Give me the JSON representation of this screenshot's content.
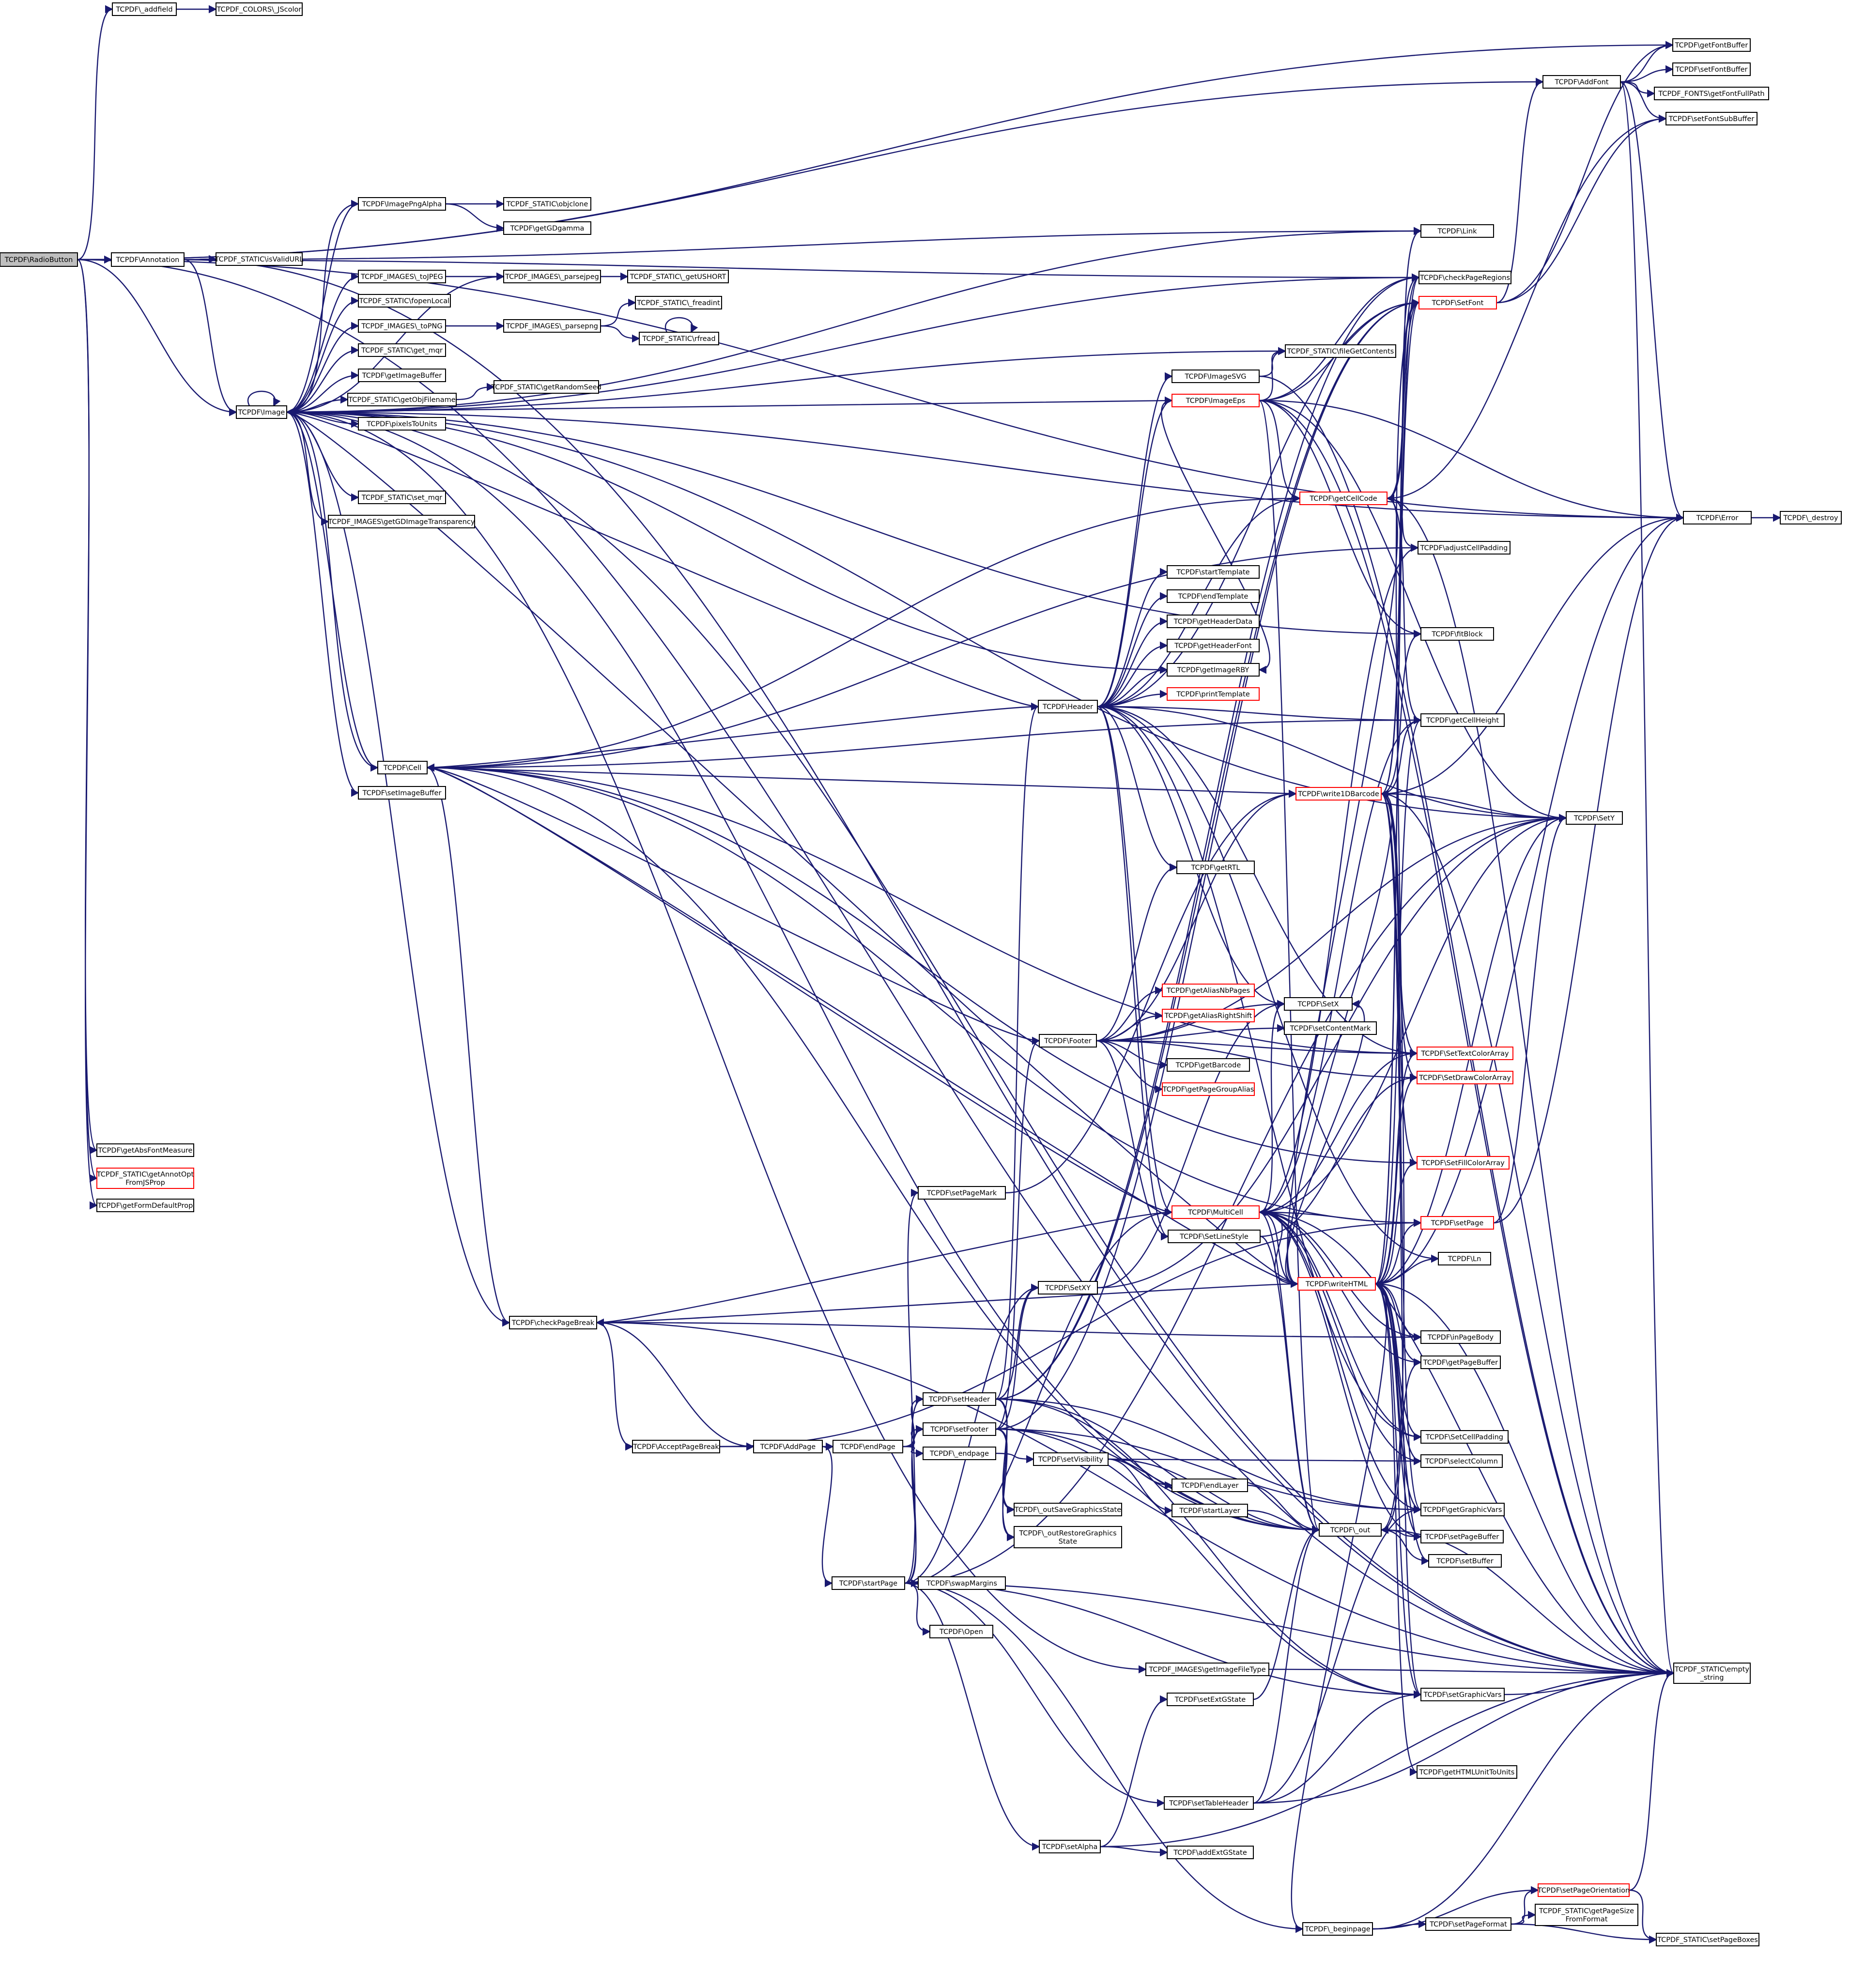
{
  "nodes": [
    {
      "id": "root",
      "lines": [
        "TCPDF\\RadioButton"
      ],
      "style": "root"
    },
    {
      "id": "addfield",
      "lines": [
        "TCPDF\\_addfield"
      ]
    },
    {
      "id": "jscolor",
      "lines": [
        "TCPDF_COLORS\\_JScolor"
      ]
    },
    {
      "id": "annotation",
      "lines": [
        "TCPDF\\Annotation"
      ]
    },
    {
      "id": "isvalidurl",
      "lines": [
        "TCPDF_STATIC\\isValidURL"
      ]
    },
    {
      "id": "image",
      "lines": [
        "TCPDF\\Image"
      ]
    },
    {
      "id": "getabsfont",
      "lines": [
        "TCPDF\\getAbsFontMeasure"
      ]
    },
    {
      "id": "getannotopt",
      "lines": [
        "TCPDF_STATIC\\getAnnotOpt",
        "FromJSProp"
      ],
      "style": "red"
    },
    {
      "id": "getformdefault",
      "lines": [
        "TCPDF\\getFormDefaultProp"
      ]
    },
    {
      "id": "imagepngalpha",
      "lines": [
        "TCPDF\\ImagePngAlpha"
      ]
    },
    {
      "id": "objclone",
      "lines": [
        "TCPDF_STATIC\\objclone"
      ]
    },
    {
      "id": "getgdgamma",
      "lines": [
        "TCPDF\\getGDgamma"
      ]
    },
    {
      "id": "tojpeg",
      "lines": [
        "TCPDF_IMAGES\\_toJPEG"
      ]
    },
    {
      "id": "parsejpeg",
      "lines": [
        "TCPDF_IMAGES\\_parsejpeg"
      ]
    },
    {
      "id": "getushort",
      "lines": [
        "TCPDF_STATIC\\_getUSHORT"
      ]
    },
    {
      "id": "fopenlocal",
      "lines": [
        "TCPDF_STATIC\\fopenLocal"
      ]
    },
    {
      "id": "topng",
      "lines": [
        "TCPDF_IMAGES\\_toPNG"
      ]
    },
    {
      "id": "parsepng",
      "lines": [
        "TCPDF_IMAGES\\_parsepng"
      ]
    },
    {
      "id": "freadint",
      "lines": [
        "TCPDF_STATIC\\_freadint"
      ]
    },
    {
      "id": "rfread",
      "lines": [
        "TCPDF_STATIC\\rfread"
      ]
    },
    {
      "id": "getmqr",
      "lines": [
        "TCPDF_STATIC\\get_mqr"
      ]
    },
    {
      "id": "getimagebuffer",
      "lines": [
        "TCPDF\\getImageBuffer"
      ]
    },
    {
      "id": "getobjfilename",
      "lines": [
        "TCPDF_STATIC\\getObjFilename"
      ]
    },
    {
      "id": "getrandomseed",
      "lines": [
        "TCPDF_STATIC\\getRandomSeed"
      ]
    },
    {
      "id": "pixelstounits",
      "lines": [
        "TCPDF\\pixelsToUnits"
      ]
    },
    {
      "id": "setmqr",
      "lines": [
        "TCPDF_STATIC\\set_mqr"
      ]
    },
    {
      "id": "getgdimagetransp",
      "lines": [
        "TCPDF_IMAGES\\getGDImageTransparency"
      ]
    },
    {
      "id": "cell",
      "lines": [
        "TCPDF\\Cell"
      ]
    },
    {
      "id": "setimagebuffer",
      "lines": [
        "TCPDF\\setImageBuffer"
      ]
    },
    {
      "id": "getfontbuffer",
      "lines": [
        "TCPDF\\getFontBuffer"
      ]
    },
    {
      "id": "addfont",
      "lines": [
        "TCPDF\\AddFont"
      ]
    },
    {
      "id": "setfontbuffer",
      "lines": [
        "TCPDF\\setFontBuffer"
      ]
    },
    {
      "id": "getfontfullpath",
      "lines": [
        "TCPDF_FONTS\\getFontFullPath"
      ]
    },
    {
      "id": "setfontsubbuffer",
      "lines": [
        "TCPDF\\setFontSubBuffer"
      ]
    },
    {
      "id": "link",
      "lines": [
        "TCPDF\\Link"
      ]
    },
    {
      "id": "checkpageregions",
      "lines": [
        "TCPDF\\checkPageRegions"
      ]
    },
    {
      "id": "setfont",
      "lines": [
        "TCPDF\\SetFont"
      ],
      "style": "red"
    },
    {
      "id": "filegetcontents",
      "lines": [
        "TCPDF_STATIC\\fileGetContents"
      ]
    },
    {
      "id": "imagesvg",
      "lines": [
        "TCPDF\\ImageSVG"
      ]
    },
    {
      "id": "imageeps",
      "lines": [
        "TCPDF\\ImageEps"
      ],
      "style": "red"
    },
    {
      "id": "getcellcode",
      "lines": [
        "TCPDF\\getCellCode"
      ],
      "style": "red"
    },
    {
      "id": "error",
      "lines": [
        "TCPDF\\Error"
      ]
    },
    {
      "id": "destroy",
      "lines": [
        "TCPDF\\_destroy"
      ]
    },
    {
      "id": "adjustcellpadding",
      "lines": [
        "TCPDF\\adjustCellPadding"
      ]
    },
    {
      "id": "starttemplate",
      "lines": [
        "TCPDF\\startTemplate"
      ]
    },
    {
      "id": "endtemplate",
      "lines": [
        "TCPDF\\endTemplate"
      ]
    },
    {
      "id": "getheaderdata",
      "lines": [
        "TCPDF\\getHeaderData"
      ]
    },
    {
      "id": "getheaderfont",
      "lines": [
        "TCPDF\\getHeaderFont"
      ]
    },
    {
      "id": "fitblock",
      "lines": [
        "TCPDF\\fitBlock"
      ]
    },
    {
      "id": "getimagerby",
      "lines": [
        "TCPDF\\getImageRBY"
      ]
    },
    {
      "id": "printtemplate",
      "lines": [
        "TCPDF\\printTemplate"
      ],
      "style": "red"
    },
    {
      "id": "header",
      "lines": [
        "TCPDF\\Header"
      ]
    },
    {
      "id": "getcellheight",
      "lines": [
        "TCPDF\\getCellHeight"
      ]
    },
    {
      "id": "write1dbarcode",
      "lines": [
        "TCPDF\\write1DBarcode"
      ],
      "style": "red"
    },
    {
      "id": "sety",
      "lines": [
        "TCPDF\\SetY"
      ]
    },
    {
      "id": "getrtl",
      "lines": [
        "TCPDF\\getRTL"
      ]
    },
    {
      "id": "getaliasnbpages",
      "lines": [
        "TCPDF\\getAliasNbPages"
      ],
      "style": "red"
    },
    {
      "id": "getaliasrightshift",
      "lines": [
        "TCPDF\\getAliasRightShift"
      ],
      "style": "red"
    },
    {
      "id": "setx",
      "lines": [
        "TCPDF\\SetX"
      ]
    },
    {
      "id": "footer",
      "lines": [
        "TCPDF\\Footer"
      ]
    },
    {
      "id": "setcontentmark",
      "lines": [
        "TCPDF\\setContentMark"
      ]
    },
    {
      "id": "settextcolorarray",
      "lines": [
        "TCPDF\\SetTextColorArray"
      ],
      "style": "red"
    },
    {
      "id": "getbarcode",
      "lines": [
        "TCPDF\\getBarcode"
      ]
    },
    {
      "id": "setdrawcolorarray",
      "lines": [
        "TCPDF\\SetDrawColorArray"
      ],
      "style": "red"
    },
    {
      "id": "getpagegroupalias",
      "lines": [
        "TCPDF\\getPageGroupAlias"
      ],
      "style": "red"
    },
    {
      "id": "setfillcolorarray",
      "lines": [
        "TCPDF\\SetFillColorArray"
      ],
      "style": "red"
    },
    {
      "id": "setpagemark",
      "lines": [
        "TCPDF\\setPageMark"
      ]
    },
    {
      "id": "multicell",
      "lines": [
        "TCPDF\\MultiCell"
      ],
      "style": "red"
    },
    {
      "id": "setpage",
      "lines": [
        "TCPDF\\setPage"
      ],
      "style": "red"
    },
    {
      "id": "setlinestyle",
      "lines": [
        "TCPDF\\SetLineStyle"
      ]
    },
    {
      "id": "ln",
      "lines": [
        "TCPDF\\Ln"
      ]
    },
    {
      "id": "writehtml",
      "lines": [
        "TCPDF\\writeHTML"
      ],
      "style": "red"
    },
    {
      "id": "setxy",
      "lines": [
        "TCPDF\\SetXY"
      ]
    },
    {
      "id": "checkpagebreak",
      "lines": [
        "TCPDF\\checkPageBreak"
      ]
    },
    {
      "id": "inpagebody",
      "lines": [
        "TCPDF\\inPageBody"
      ]
    },
    {
      "id": "getpagebuffer",
      "lines": [
        "TCPDF\\getPageBuffer"
      ]
    },
    {
      "id": "setheader",
      "lines": [
        "TCPDF\\setHeader"
      ]
    },
    {
      "id": "setfooter",
      "lines": [
        "TCPDF\\setFooter"
      ]
    },
    {
      "id": "acceptpagebreak",
      "lines": [
        "TCPDF\\AcceptPageBreak"
      ]
    },
    {
      "id": "addpage",
      "lines": [
        "TCPDF\\AddPage"
      ]
    },
    {
      "id": "endpage",
      "lines": [
        "TCPDF\\endPage"
      ]
    },
    {
      "id": "_endpage",
      "lines": [
        "TCPDF\\_endpage"
      ]
    },
    {
      "id": "setcellpadding",
      "lines": [
        "TCPDF\\SetCellPadding"
      ]
    },
    {
      "id": "setvisibility",
      "lines": [
        "TCPDF\\setVisibility"
      ]
    },
    {
      "id": "selectcolumn",
      "lines": [
        "TCPDF\\selectColumn"
      ]
    },
    {
      "id": "endlayer",
      "lines": [
        "TCPDF\\endLayer"
      ]
    },
    {
      "id": "outsavegs",
      "lines": [
        "TCPDF\\_outSaveGraphicsState"
      ]
    },
    {
      "id": "getgraphicvars",
      "lines": [
        "TCPDF\\getGraphicVars"
      ]
    },
    {
      "id": "startlayer",
      "lines": [
        "TCPDF\\startLayer"
      ]
    },
    {
      "id": "out",
      "lines": [
        "TCPDF\\_out"
      ]
    },
    {
      "id": "outrestoregs",
      "lines": [
        "TCPDF\\_outRestoreGraphics",
        "State"
      ]
    },
    {
      "id": "setpagebuffer",
      "lines": [
        "TCPDF\\setPageBuffer"
      ]
    },
    {
      "id": "setbuffer",
      "lines": [
        "TCPDF\\setBuffer"
      ]
    },
    {
      "id": "startpage",
      "lines": [
        "TCPDF\\startPage"
      ]
    },
    {
      "id": "swapmargins",
      "lines": [
        "TCPDF\\swapMargins"
      ]
    },
    {
      "id": "open",
      "lines": [
        "TCPDF\\Open"
      ]
    },
    {
      "id": "getimagefiletype",
      "lines": [
        "TCPDF_IMAGES\\getImageFileType"
      ]
    },
    {
      "id": "empty",
      "lines": [
        "TCPDF_STATIC\\empty",
        "_string"
      ]
    },
    {
      "id": "setextgstate",
      "lines": [
        "TCPDF\\setExtGState"
      ]
    },
    {
      "id": "setgraphicvars",
      "lines": [
        "TCPDF\\setGraphicVars"
      ]
    },
    {
      "id": "settableheader",
      "lines": [
        "TCPDF\\setTableHeader"
      ]
    },
    {
      "id": "gethtmlunittounits",
      "lines": [
        "TCPDF\\getHTMLUnitToUnits"
      ]
    },
    {
      "id": "setalpha",
      "lines": [
        "TCPDF\\setAlpha"
      ]
    },
    {
      "id": "addextgstate",
      "lines": [
        "TCPDF\\addExtGState"
      ]
    },
    {
      "id": "setpageorientation",
      "lines": [
        "TCPDF\\setPageOrientation"
      ],
      "style": "red"
    },
    {
      "id": "getpagesizefromformat",
      "lines": [
        "TCPDF_STATIC\\getPageSize",
        "FromFormat"
      ]
    },
    {
      "id": "beginpage",
      "lines": [
        "TCPDF\\_beginpage"
      ]
    },
    {
      "id": "setpageformat",
      "lines": [
        "TCPDF\\setPageFormat"
      ]
    },
    {
      "id": "setpageboxes",
      "lines": [
        "TCPDF_STATIC\\setPageBoxes"
      ]
    }
  ]
}
